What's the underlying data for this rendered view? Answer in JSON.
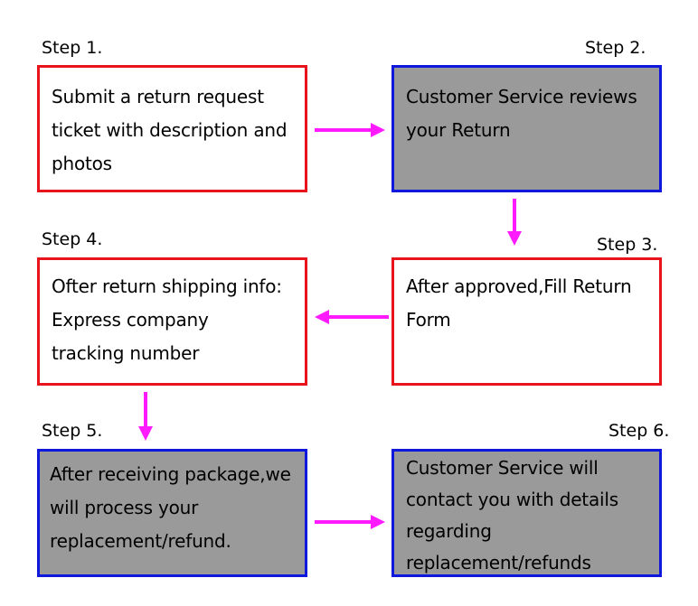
{
  "colors": {
    "red_border": "#e8141c",
    "blue_border": "#1018dd",
    "gray_fill": "#9a9a9a",
    "white_fill": "#ffffff",
    "arrow": "#ff1aff"
  },
  "steps": [
    {
      "label": "Step 1.",
      "lines": [
        "Submit a return request",
        "ticket with description and",
        "photos"
      ]
    },
    {
      "label": "Step 2.",
      "lines": [
        "Customer Service reviews",
        "your Return"
      ]
    },
    {
      "label": "Step 3.",
      "lines": [
        "After approved,Fill Return",
        "Form"
      ]
    },
    {
      "label": "Step 4.",
      "lines": [
        "Ofter return shipping info:",
        "Express company",
        "tracking number"
      ]
    },
    {
      "label": "Step 5.",
      "lines": [
        "After receiving package,we",
        "will process your",
        "replacement/refund."
      ]
    },
    {
      "label": "Step 6.",
      "lines": [
        "Customer Service will",
        "contact you with details",
        "regarding",
        "replacement/refunds"
      ]
    }
  ]
}
